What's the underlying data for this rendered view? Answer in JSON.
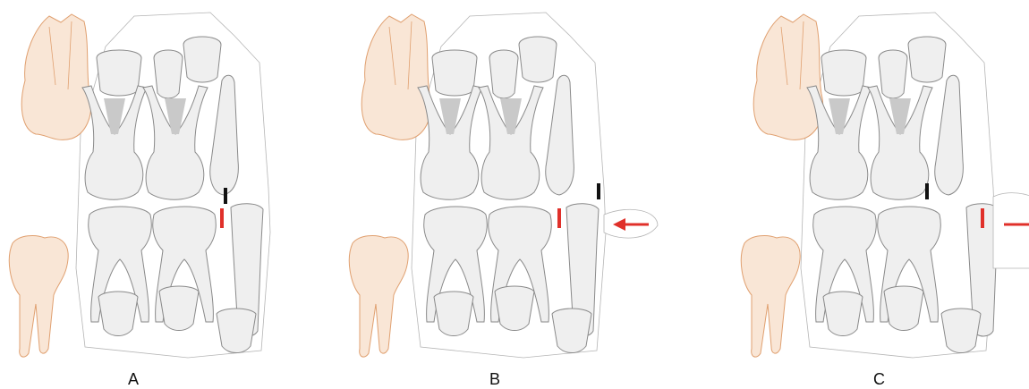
{
  "figure": {
    "panels": [
      {
        "id": "A",
        "label": "A",
        "arrow": "none"
      },
      {
        "id": "B",
        "label": "B",
        "arrow": "left-pointing"
      },
      {
        "id": "C",
        "label": "C",
        "arrow": "right-pointing-with-bar"
      }
    ],
    "colors": {
      "background": "#ffffff",
      "tooth_fill": "#efefef",
      "tooth_stroke": "#8a8a8a",
      "tooth_shadow": "#c9c9c9",
      "faded_tooth_fill": "#f9e6d6",
      "faded_tooth_stroke": "#e0a070",
      "outline": "#b5b5b5",
      "red_marker": "#e0302a",
      "black_marker": "#111111"
    },
    "icons": {
      "left_faded": "upper-molar-icon",
      "lower_faded": "lower-molar-icon",
      "arrow_b": "arrow-left-icon",
      "arrow_c": "arrow-right-bar-icon"
    }
  }
}
